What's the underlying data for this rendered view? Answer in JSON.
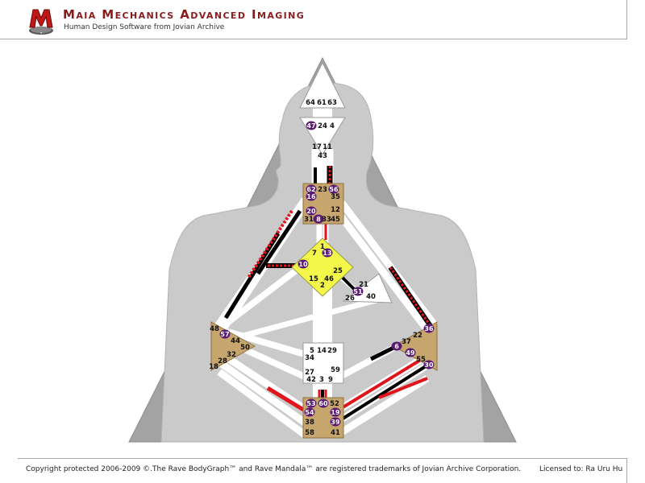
{
  "header": {
    "logo_letter": "M",
    "title": "Maia Mechanics Advanced Imaging",
    "subtitle": "Human Design Software from Jovian Archive"
  },
  "footer": {
    "copyright": "Copyright protected 2006-2009 ©.The Rave BodyGraph™ and Rave Mandala™ are registered trademarks of Jovian Archive Corporation.",
    "license": "Licensed to: Ra Uru Hu"
  },
  "colors": {
    "head_center": "#ffffff",
    "defined_center": "#c7a66e",
    "g_center": "#f2f74a",
    "personality": "#000000",
    "design": "#e0141a",
    "activation_badge": "#5a1a73",
    "background_triangle": "#9e9e9e",
    "silhouette": "#c9c9c9"
  },
  "gates": [
    {
      "id": "g64",
      "text": "64"
    },
    {
      "id": "g61",
      "text": "61"
    },
    {
      "id": "g63",
      "text": "63"
    },
    {
      "id": "g47",
      "text": "47",
      "badge": true
    },
    {
      "id": "g24",
      "text": "24"
    },
    {
      "id": "g4",
      "text": "4"
    },
    {
      "id": "g17",
      "text": "17"
    },
    {
      "id": "g11",
      "text": "11"
    },
    {
      "id": "g43",
      "text": "43"
    },
    {
      "id": "g62",
      "text": "62",
      "badge": true
    },
    {
      "id": "g23",
      "text": "23"
    },
    {
      "id": "g56",
      "text": "56",
      "badge": true
    },
    {
      "id": "g16",
      "text": "16",
      "badge": true
    },
    {
      "id": "g35",
      "text": "35"
    },
    {
      "id": "g20",
      "text": "20",
      "badge": true
    },
    {
      "id": "g12",
      "text": "12"
    },
    {
      "id": "g31",
      "text": "31"
    },
    {
      "id": "g8",
      "text": "8",
      "badge": true
    },
    {
      "id": "g33",
      "text": "33"
    },
    {
      "id": "g45",
      "text": "45"
    },
    {
      "id": "g1",
      "text": "1"
    },
    {
      "id": "g7",
      "text": "7"
    },
    {
      "id": "g13",
      "text": "13",
      "badge": true
    },
    {
      "id": "g10",
      "text": "10",
      "badge": true
    },
    {
      "id": "g25",
      "text": "25"
    },
    {
      "id": "g15",
      "text": "15"
    },
    {
      "id": "g46",
      "text": "46"
    },
    {
      "id": "g2",
      "text": "2"
    },
    {
      "id": "g21",
      "text": "21"
    },
    {
      "id": "g51",
      "text": "51",
      "badge": true
    },
    {
      "id": "g26",
      "text": "26"
    },
    {
      "id": "g40",
      "text": "40"
    },
    {
      "id": "g48",
      "text": "48"
    },
    {
      "id": "g57",
      "text": "57",
      "badge": true
    },
    {
      "id": "g44",
      "text": "44"
    },
    {
      "id": "g50",
      "text": "50"
    },
    {
      "id": "g32",
      "text": "32"
    },
    {
      "id": "g28",
      "text": "28"
    },
    {
      "id": "g18",
      "text": "18"
    },
    {
      "id": "g5",
      "text": "5"
    },
    {
      "id": "g14",
      "text": "14"
    },
    {
      "id": "g29",
      "text": "29"
    },
    {
      "id": "g34",
      "text": "34"
    },
    {
      "id": "g27",
      "text": "27"
    },
    {
      "id": "g59",
      "text": "59"
    },
    {
      "id": "g42",
      "text": "42"
    },
    {
      "id": "g3",
      "text": "3"
    },
    {
      "id": "g9",
      "text": "9"
    },
    {
      "id": "g22",
      "text": "22"
    },
    {
      "id": "g36",
      "text": "36",
      "badge": true
    },
    {
      "id": "g37",
      "text": "37"
    },
    {
      "id": "g6",
      "text": "6",
      "badge": true
    },
    {
      "id": "g49",
      "text": "49",
      "badge": true
    },
    {
      "id": "g55",
      "text": "55"
    },
    {
      "id": "g30",
      "text": "30",
      "badge": true
    },
    {
      "id": "g53",
      "text": "53",
      "badge": true
    },
    {
      "id": "g60",
      "text": "60",
      "badge": true
    },
    {
      "id": "g52",
      "text": "52"
    },
    {
      "id": "g54",
      "text": "54",
      "badge": true
    },
    {
      "id": "g19",
      "text": "19",
      "badge": true
    },
    {
      "id": "g38",
      "text": "38"
    },
    {
      "id": "g39",
      "text": "39",
      "badge": true
    },
    {
      "id": "g58",
      "text": "58"
    },
    {
      "id": "g41",
      "text": "41"
    }
  ]
}
